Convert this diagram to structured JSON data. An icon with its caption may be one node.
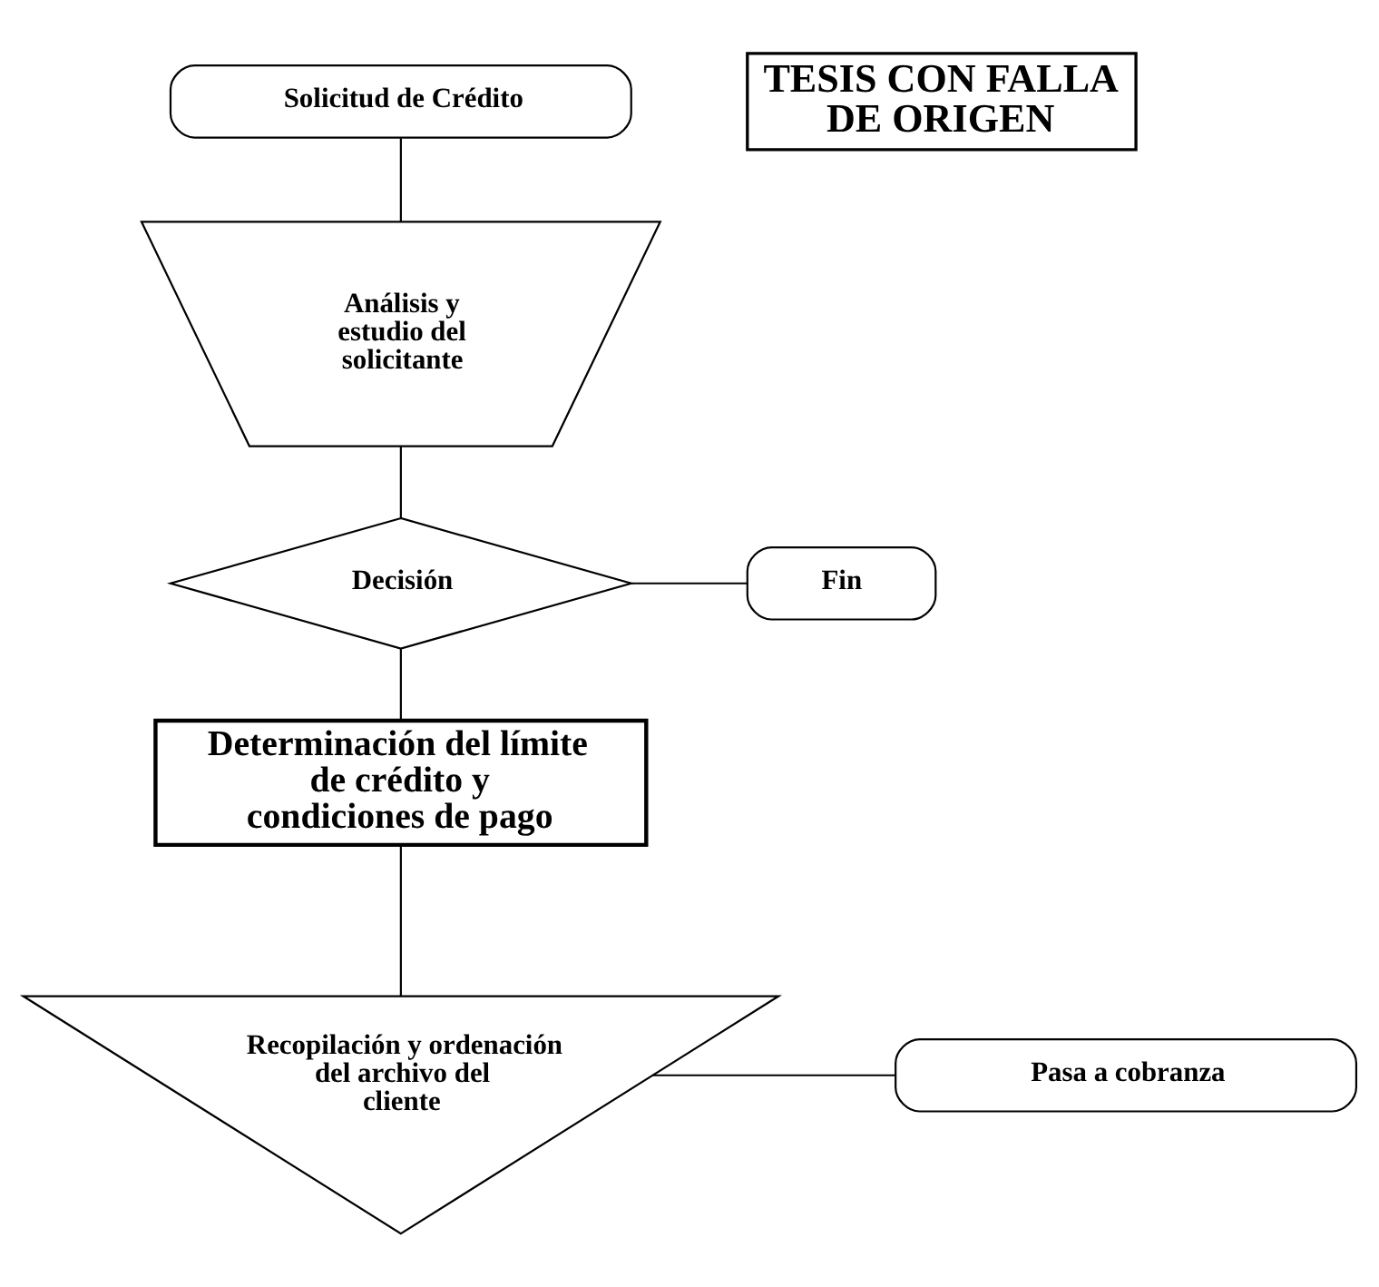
{
  "diagram": {
    "nodes": [
      {
        "text": [
          "Solicitud de Crédito"
        ]
      },
      {
        "text": [
          "Análisis y estudio del solicitante"
        ]
      },
      {
        "text": [
          "Decisión"
        ]
      },
      {
        "text": [
          "Fin"
        ]
      },
      {
        "text": [
          "Determinación del límite de crédito y condiciones de pago"
        ]
      },
      {
        "text": [
          "Recopilación y ordenación del archivo del cliente"
        ]
      },
      {
        "text": [
          "Pasa a cobranza"
        ]
      },
      {
        "text": [
          "TESIS CON FALLA DE ORIGEN"
        ]
      }
    ],
    "edges": [
      {
        "from": 0,
        "to": 1,
        "arrow": "none"
      },
      {
        "from": 1,
        "to": 2,
        "arrow": "none"
      },
      {
        "from": 2,
        "to": 3,
        "arrow": "none"
      },
      {
        "from": 2,
        "to": 4,
        "arrow": "none"
      },
      {
        "from": 4,
        "to": 5,
        "arrow": "none"
      },
      {
        "from": 5,
        "to": 6,
        "arrow": "none"
      }
    ]
  }
}
